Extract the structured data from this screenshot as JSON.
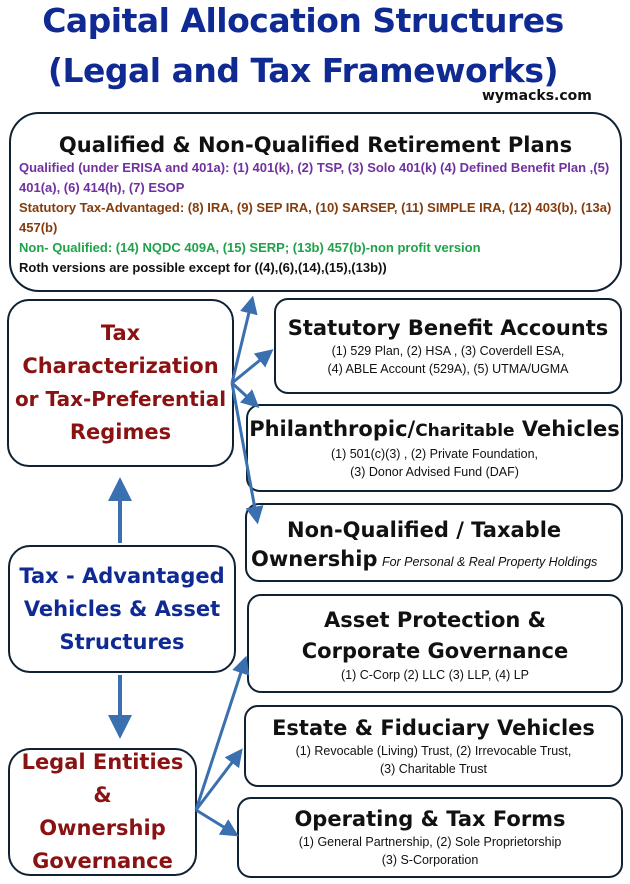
{
  "header": {
    "title_line1": "Capital Allocation Structures",
    "title_line2": "(Legal and Tax Frameworks)",
    "site": "wymacks.com"
  },
  "retirement": {
    "title": "Qualified & Non-Qualified Retirement Plans",
    "qualified": "Qualified (under ERISA and 401a): (1) 401(k), (2) TSP, (3) Solo 401(k) (4) Defined Benefit Plan ,(5) 401(a), (6) 414(h),  (7) ESOP",
    "statutory": "Statutory Tax-Advantaged: (8) IRA, (9) SEP IRA, (10) SARSEP, (11) SIMPLE IRA, (12) 403(b), (13a) 457(b)",
    "non_qualified": "Non- Qualified: (14) NQDC 409A, (15) SERP;  (13b) 457(b)-non profit version",
    "roth_note": "Roth versions are possible except for ((4),(6),(14),(15),(13b))",
    "colors": {
      "qualified": "#7030a0",
      "statutory": "#843c0c",
      "non_qualified": "#1fa34a",
      "note": "#111111"
    }
  },
  "left_nodes": {
    "tax_char": {
      "lines": [
        "Tax",
        "Characterization",
        "or Tax-Preferential",
        "Regimes"
      ],
      "color": "#8b1212"
    },
    "tax_adv": {
      "lines": [
        "Tax - Advantaged",
        "Vehicles & Asset",
        "Structures"
      ],
      "color": "#102a93"
    },
    "legal": {
      "lines": [
        "Legal Entities &",
        "Ownership",
        "Governance"
      ],
      "color": "#8b1212"
    }
  },
  "right_nodes": {
    "statutory_benefit": {
      "title": "Statutory Benefit Accounts",
      "line1": "(1) 529 Plan, (2) HSA , (3) Coverdell ESA,",
      "line2": "(4) ABLE Account (529A),  (5) UTMA/UGMA"
    },
    "philanthropic": {
      "title_a": "Philanthropic/",
      "title_b": "Charitable",
      "title_c": " Vehicles",
      "line1": "(1) 501(c)(3) , (2) Private Foundation,",
      "line2": "(3) Donor Advised Fund (DAF)"
    },
    "non_qualified": {
      "title_line1": "Non-Qualified / Taxable",
      "title_line2": "Ownership",
      "note": "For Personal & Real Property Holdings"
    },
    "asset_protection": {
      "title_line1": "Asset Protection &",
      "title_line2": "Corporate Governance",
      "line1": "(1) C-Corp  (2) LLC (3) LLP, (4) LP"
    },
    "estate": {
      "title": "Estate & Fiduciary Vehicles",
      "line1": "(1) Revocable (Living) Trust, (2) Irrevocable Trust,",
      "line2": "(3) Charitable Trust"
    },
    "operating": {
      "title": "Operating & Tax Forms",
      "line1": "(1) General Partnership, (2) Sole Proprietorship",
      "line2": "(3) S-Corporation"
    }
  },
  "arrow_color": "#3a6fb0"
}
